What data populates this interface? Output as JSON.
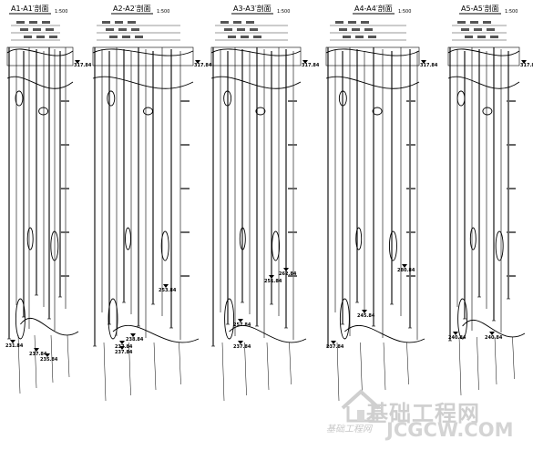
{
  "sections": [
    {
      "title": "A1-A1′剖面",
      "scale": "1:500",
      "surface": "317.84",
      "bottom": [
        "231.84",
        "237.84",
        "235.84"
      ]
    },
    {
      "title": "A2-A2′剖面",
      "scale": "1:500",
      "surface": "317.84",
      "bottom": [
        "253.84",
        "237.84",
        "238.84",
        "237.84"
      ]
    },
    {
      "title": "A3-A3′剖面",
      "scale": "1:500",
      "surface": "317.84",
      "bottom": [
        "251.84",
        "257.84",
        "262.84",
        "237.84"
      ]
    },
    {
      "title": "A4-A4′剖面",
      "scale": "1:500",
      "surface": "317.84",
      "bottom": [
        "280.84",
        "245.84",
        "237.84"
      ]
    },
    {
      "title": "A5-A5′剖面",
      "scale": "1:500",
      "surface": "317.84",
      "bottom": [
        "240.84",
        "240.84"
      ]
    }
  ],
  "watermark": {
    "main": "基础工程网",
    "url": "JCGCW.COM",
    "left": "基础工程网"
  }
}
